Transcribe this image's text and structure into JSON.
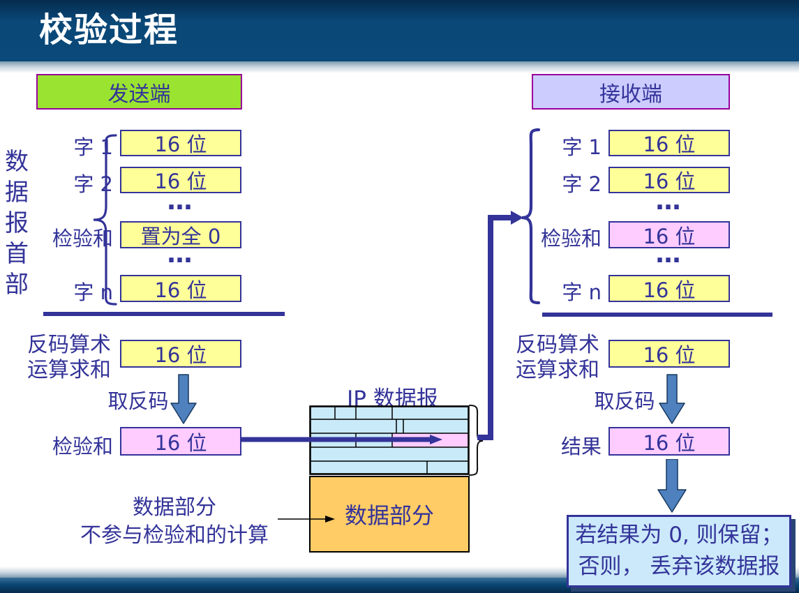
{
  "slide": {
    "title": "校验过程",
    "sender": {
      "header": "发送端",
      "side_label": "数\n据\n报\n首\n部",
      "rows": [
        {
          "label": "字 1",
          "value": "16 位"
        },
        {
          "label": "字 2",
          "value": "16 位"
        },
        {
          "label": "检验和",
          "value": "置为全 0"
        },
        {
          "label": "字 n",
          "value": "16 位"
        }
      ],
      "ellipsis": "…",
      "sum_label": "反码算术\n运算求和",
      "sum_value": "16 位",
      "invert_label": "取反码",
      "checksum_label": "检验和",
      "checksum_value": "16 位"
    },
    "receiver": {
      "header": "接收端",
      "rows": [
        {
          "label": "字 1",
          "value": "16 位"
        },
        {
          "label": "字 2",
          "value": "16 位"
        },
        {
          "label": "检验和",
          "value": "16 位"
        },
        {
          "label": "字 n",
          "value": "16 位"
        }
      ],
      "ellipsis": "…",
      "sum_label": "反码算术\n运算求和",
      "sum_value": "16 位",
      "invert_label": "取反码",
      "result_label": "结果",
      "result_value": "16 位",
      "decision_note": "若结果为 0, 则保留；\n否则， 丢弃该数据报"
    },
    "datagram": {
      "title": "IP 数据报",
      "data_label": "数据部分",
      "exclusion_note": "数据部分\n不参与检验和的计算"
    },
    "colors": {
      "accent_navy": "#333399",
      "bar_blue": "#0A4979",
      "yellow": "#FFFF99",
      "pink": "#FFCCFF",
      "green": "#9BE331",
      "lavender": "#CCCCFF",
      "purple_border": "#990099",
      "cell_blue": "#C9EAF8",
      "orange": "#FFCC66",
      "result_blue": "#CBE9FA",
      "arrow_steel": "#4E81BD"
    }
  }
}
